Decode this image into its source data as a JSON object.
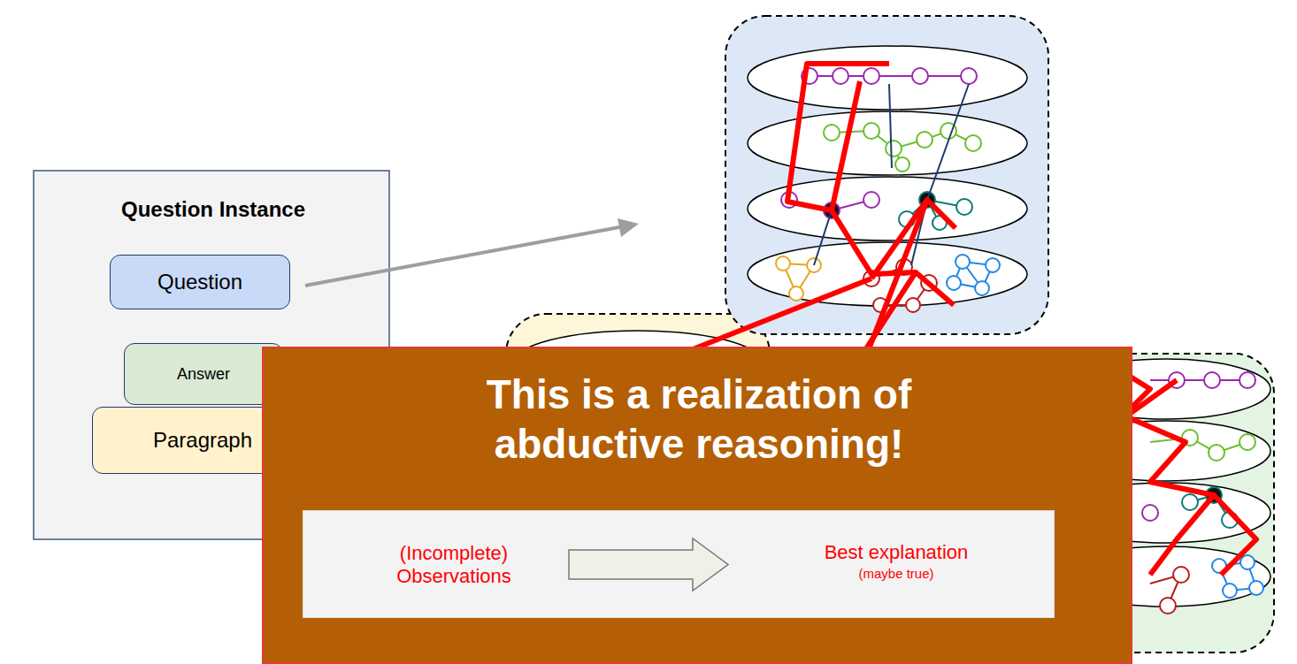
{
  "diagram": {
    "nodes": [
      {
        "text": [
          "Question Instance"
        ]
      },
      {
        "text": [
          "Question"
        ],
        "in": 0
      },
      {
        "text": [
          "Answer"
        ],
        "in": 0
      },
      {
        "text": [
          "Paragraph"
        ],
        "in": 0
      },
      {
        "text": [
          "This is a realization of abductive reasoning!"
        ]
      },
      {
        "text": [
          "(Incomplete) Observations",
          "Best explanation",
          "(maybe true)"
        ],
        "in": 4
      }
    ]
  }
}
